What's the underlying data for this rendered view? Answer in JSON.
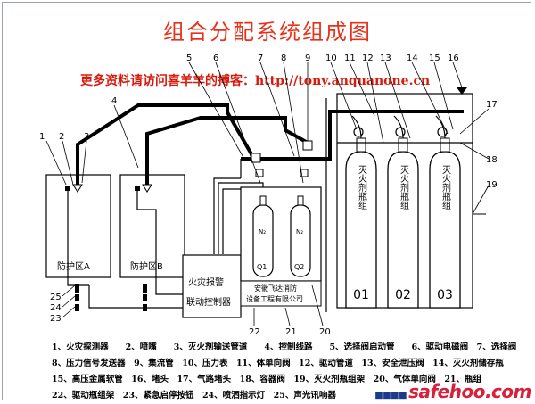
{
  "title": "组合分配系统组成图",
  "promo": "更多资料请访问喜羊羊的搏客：http://tony.anquanone.cn",
  "zones": {
    "zone_a": "防护区A",
    "zone_b": "防护区B"
  },
  "panel": {
    "line1": "火灾报警",
    "line2": "联动控制器"
  },
  "company": {
    "line1": "安徽飞达消防",
    "line2": "设备工程有限公司"
  },
  "n2_bottles": [
    {
      "gas": "N₂",
      "label": "Q1"
    },
    {
      "gas": "N₂",
      "label": "Q2"
    }
  ],
  "agent_cylinders": [
    {
      "text": "灭火剂瓶组",
      "number": "01"
    },
    {
      "text": "灭火剂瓶组",
      "number": "02"
    },
    {
      "text": "灭火剂瓶组",
      "number": "03"
    }
  ],
  "callouts_top": [
    "1",
    "2",
    "3",
    "4",
    "5",
    "6",
    "7",
    "8",
    "9",
    "10",
    "11",
    "12",
    "13",
    "14",
    "15",
    "16",
    "17",
    "18",
    "19"
  ],
  "callouts_bottom": [
    "25",
    "24",
    "23",
    "22",
    "21",
    "20"
  ],
  "legend_rows": [
    "1、火灾探测器　　2、喷嘴　　3、灭火剂输送管道　　4、控制线路　　5、选择阀启动管　　6、驱动电磁阀　7、选择阀",
    "8、压力信号发送器　9、集流管　10、压力表　11、体单向阀　12、驱动管道　13、安全泄压阀　14、灭火剂储存瓶",
    "15、高压金属软管　16、堵头　17、气路堵头　18、容器阀　19、灭火剂瓶组架　20、气体单向阀　21、瓶组",
    "22、驱动瓶组架　23、紧急启停按钮　24、喷洒指示灯　25、声光讯响器"
  ],
  "watermark": {
    "dots": "■■■■",
    "text": "safehoo.com"
  }
}
